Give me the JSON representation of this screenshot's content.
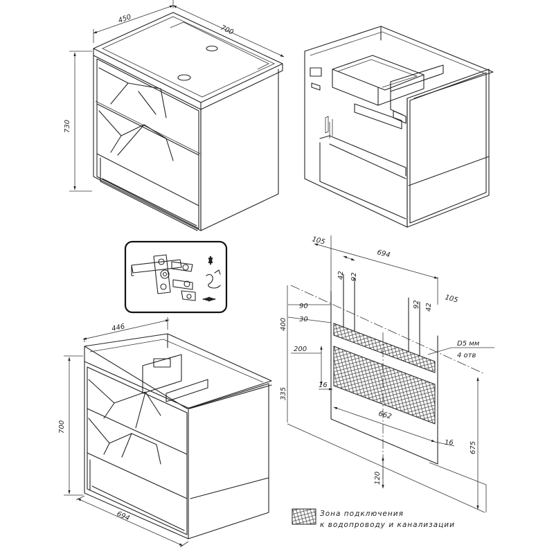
{
  "view_top": {
    "dim_depth": "450",
    "dim_width": "700",
    "dim_height": "730"
  },
  "view_bottom": {
    "dim_depth": "446",
    "dim_height": "700",
    "dim_width": "694"
  },
  "mounting": {
    "dim_105_left": "105",
    "dim_694": "694",
    "dim_105_right": "105",
    "dim_42_left": "42",
    "dim_92_left": "92",
    "dim_92_right": "92",
    "dim_42_right": "42",
    "dim_90": "90",
    "dim_30": "30",
    "dim_400": "400",
    "dim_200": "200",
    "dim_16_left": "16",
    "dim_335": "335",
    "dim_662": "662",
    "dim_16_right": "16",
    "dim_120": "120",
    "dim_675": "675",
    "hole_note_line1": "D5 мм",
    "hole_note_line2": "4 отв"
  },
  "legend": {
    "line1": "Зона подключения",
    "line2": "к водопроводу и канализации"
  }
}
